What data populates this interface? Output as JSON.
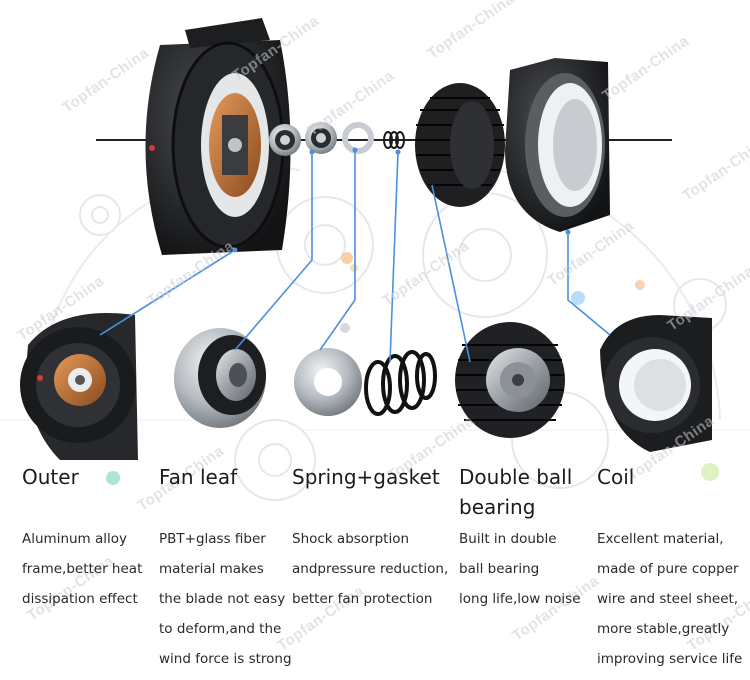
{
  "watermark": "Topfan-China",
  "columns": [
    {
      "title": [
        "Outer"
      ],
      "desc": [
        "Aluminum alloy",
        "frame,better heat",
        "dissipation effect"
      ]
    },
    {
      "title": [
        "Fan leaf"
      ],
      "desc": [
        "PBT+glass fiber",
        "material makes",
        "the blade not easy",
        "to deform,and the",
        "wind force is strong"
      ]
    },
    {
      "title": [
        "Spring+gasket"
      ],
      "desc": [
        "Shock absorption",
        "andpressure reduction,",
        "better fan protection"
      ]
    },
    {
      "title": [
        "Double ball",
        "bearing"
      ],
      "desc": [
        "Built in double",
        "ball bearing",
        "long life,low noise"
      ]
    },
    {
      "title": [
        "Coil"
      ],
      "desc": [
        "Excellent material,",
        "made of pure copper",
        "wire and steel sheet,",
        "more stable,greatly",
        "improving service life"
      ]
    }
  ],
  "colors": {
    "leader": "#4a8fe0",
    "frame": "#1b1c1e",
    "copper": "#c8783c",
    "steel": "#9aa1a8"
  }
}
